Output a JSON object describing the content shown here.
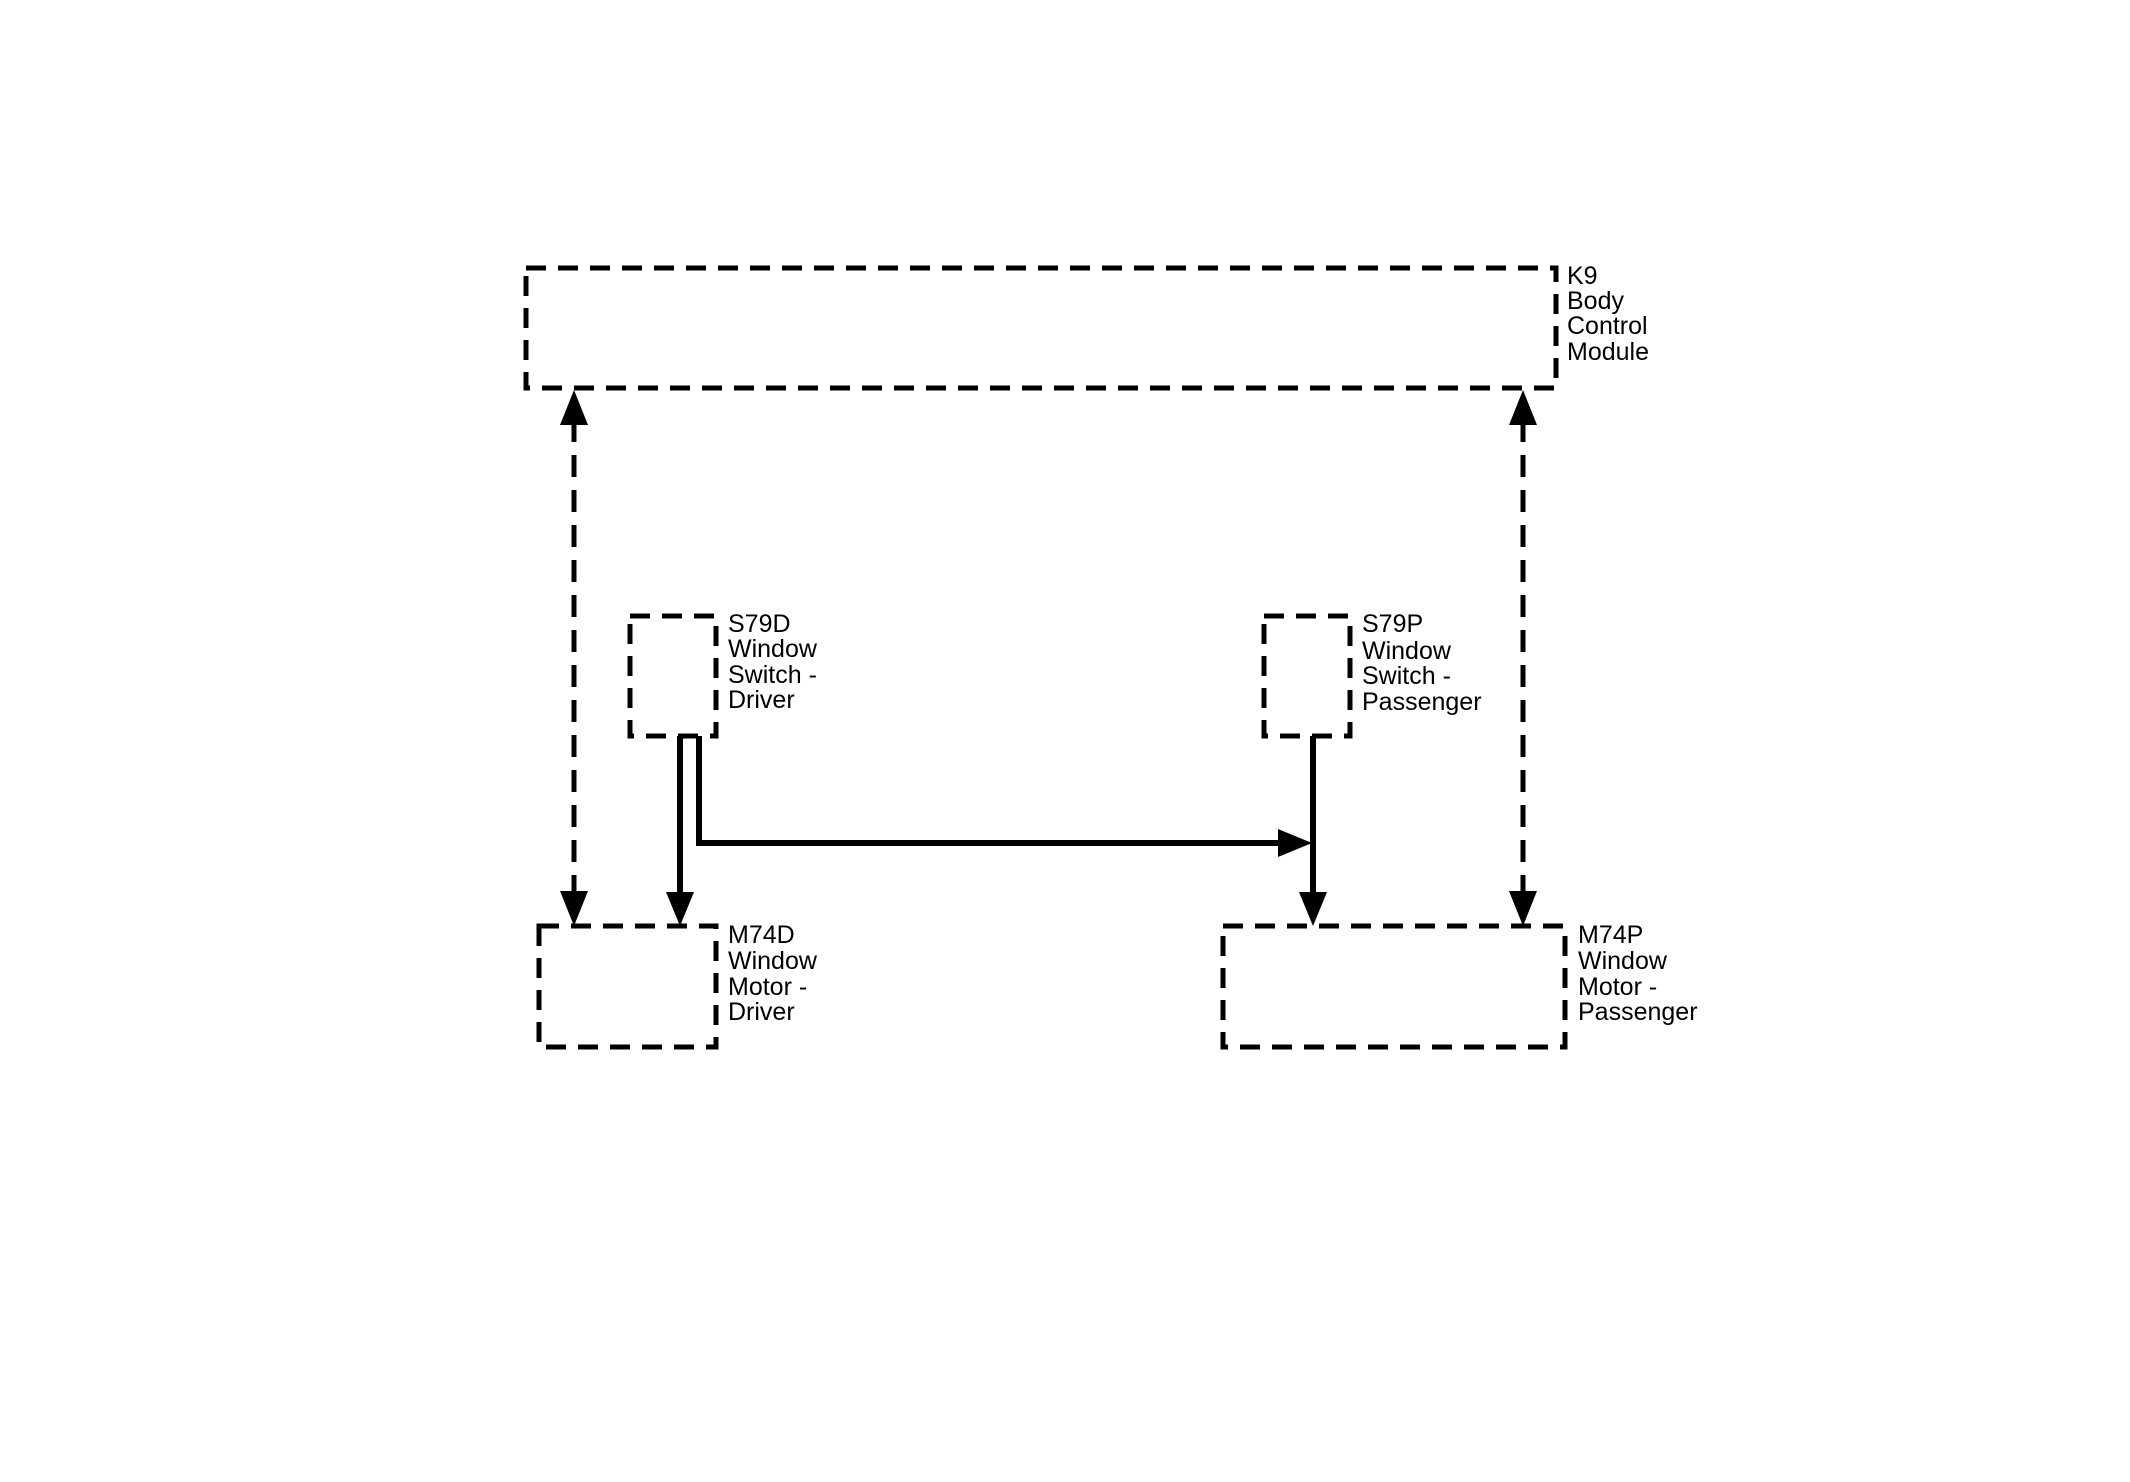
{
  "components": {
    "k9": {
      "lines": [
        "K9",
        "Body",
        "Control",
        "Module"
      ]
    },
    "s79d": {
      "lines": [
        "S79D",
        "Window",
        "Switch -",
        "Driver"
      ]
    },
    "s79p": {
      "lines": [
        "S79P",
        "Window",
        "Switch -",
        "Passenger"
      ]
    },
    "m74d": {
      "lines": [
        "M74D",
        "Window",
        "Motor -",
        "Driver"
      ]
    },
    "m74p": {
      "lines": [
        "M74P",
        "Window",
        "Motor -",
        "Passenger"
      ]
    }
  },
  "colors": {
    "line": "#000000",
    "background": "#ffffff"
  }
}
